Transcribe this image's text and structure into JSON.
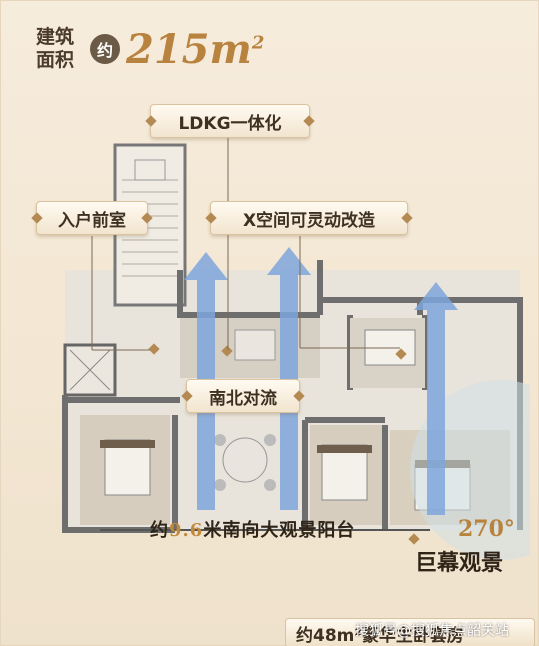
{
  "area": {
    "label_line1": "建筑",
    "label_line2": "面积",
    "approx": "约",
    "value": "215m",
    "unit_sup": "2"
  },
  "tags": {
    "ldkg": "LDKG一体化",
    "entry": "入户前室",
    "xspace": "X空间可灵动改造",
    "airflow": "南北对流"
  },
  "balcony": {
    "prefix": "约",
    "number": "9.6",
    "suffix": "米南向大观景阳台"
  },
  "view": {
    "degrees": "270°",
    "label": "巨幕观景"
  },
  "bottom": {
    "label": "约48m²豪华主卧套房"
  },
  "watermark": "搜狐号@搜狐焦点韶关站",
  "colors": {
    "gold": "#b8823f",
    "arrow": "#7ea6dc",
    "wall": "#6e6e6e",
    "floor": "#d9d2c6"
  }
}
